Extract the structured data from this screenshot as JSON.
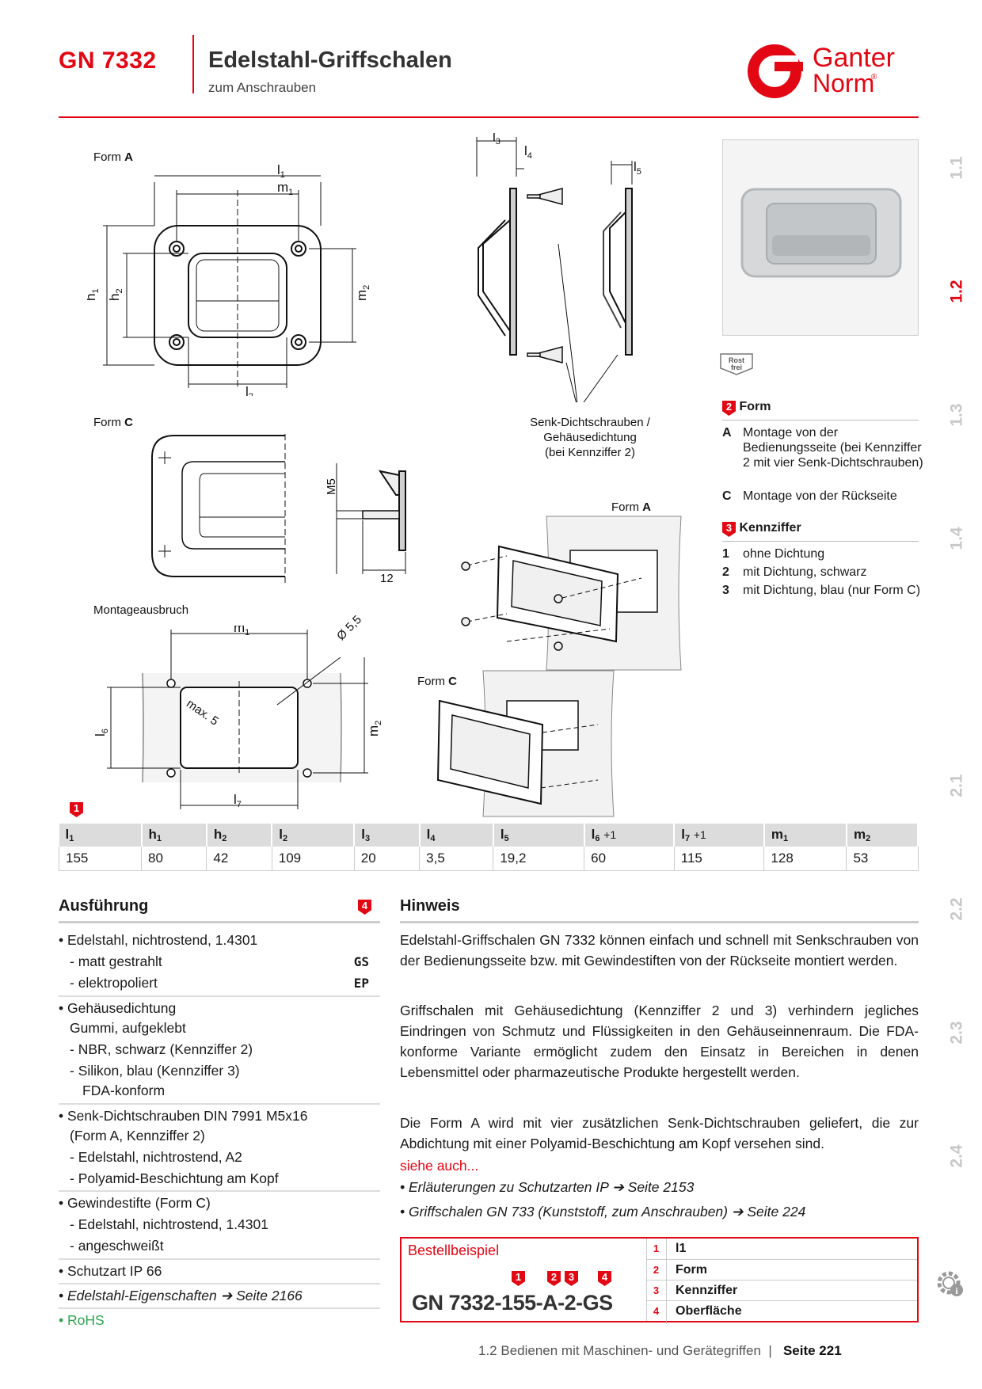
{
  "header": {
    "code": "GN 7332",
    "title": "Edelstahl-Griffschalen",
    "subtitle": "zum Anschrauben",
    "brand_line1": "Ganter",
    "brand_line2": "Norm",
    "brand_mark": "®",
    "accent_color": "#e30613"
  },
  "side_tabs": [
    {
      "label": "1.1",
      "active": false
    },
    {
      "label": "1.2",
      "active": true
    },
    {
      "label": "1.3",
      "active": false
    },
    {
      "label": "1.4",
      "active": false
    },
    {
      "label": "2.1",
      "active": false
    },
    {
      "label": "2.2",
      "active": false
    },
    {
      "label": "2.3",
      "active": false
    },
    {
      "label": "2.4",
      "active": false
    }
  ],
  "drawing": {
    "form_word": "Form",
    "form_a": "A",
    "form_c": "C",
    "montageausbruch": "Montageausbruch",
    "callout": [
      "Senk-Dichtschrauben /",
      "Gehäusedichtung",
      "(bei Kennziffer 2)"
    ],
    "m5": "M5",
    "dim_12": "12",
    "diameter": "Ø 5,5",
    "max5": "max. 5",
    "rostfrei_line1": "Rost",
    "rostfrei_line2": "frei"
  },
  "options": {
    "form": {
      "badge": "2",
      "heading": "Form",
      "items": [
        {
          "key": "A",
          "text": "Montage von der Bedienungsseite (bei Kennziffer 2 mit vier Senk-Dichtschrauben)"
        },
        {
          "key": "C",
          "text": "Montage von der Rückseite"
        }
      ]
    },
    "kennziffer": {
      "badge": "3",
      "heading": "Kennziffer",
      "items": [
        {
          "key": "1",
          "text": "ohne Dichtung"
        },
        {
          "key": "2",
          "text": "mit Dichtung, schwarz"
        },
        {
          "key": "3",
          "text": "mit Dichtung, blau (nur Form C)"
        }
      ]
    }
  },
  "table": {
    "badge": "1",
    "headers": [
      {
        "base": "l",
        "sub": "1",
        "extra": ""
      },
      {
        "base": "h",
        "sub": "1",
        "extra": ""
      },
      {
        "base": "h",
        "sub": "2",
        "extra": ""
      },
      {
        "base": "l",
        "sub": "2",
        "extra": ""
      },
      {
        "base": "l",
        "sub": "3",
        "extra": ""
      },
      {
        "base": "l",
        "sub": "4",
        "extra": ""
      },
      {
        "base": "l",
        "sub": "5",
        "extra": ""
      },
      {
        "base": "l",
        "sub": "6",
        "extra": "+1"
      },
      {
        "base": "l",
        "sub": "7",
        "extra": "+1"
      },
      {
        "base": "m",
        "sub": "1",
        "extra": ""
      },
      {
        "base": "m",
        "sub": "2",
        "extra": ""
      }
    ],
    "row": [
      "155",
      "80",
      "42",
      "109",
      "20",
      "3,5",
      "19,2",
      "60",
      "115",
      "128",
      "53"
    ]
  },
  "ausfuehrung": {
    "heading": "Ausführung",
    "badge": "4",
    "lines": [
      {
        "text": "• Edelstahl, nichtrostend, 1.4301",
        "code": ""
      },
      {
        "text": "- matt gestrahlt",
        "code": "GS"
      },
      {
        "text": "- elektropoliert",
        "code": "EP"
      },
      {
        "text": "• Gehäusedichtung",
        "code": ""
      },
      {
        "text": "Gummi, aufgeklebt",
        "code": ""
      },
      {
        "text": "- NBR, schwarz (Kennziffer 2)",
        "code": ""
      },
      {
        "text": "- Silikon, blau (Kennziffer 3)",
        "code": ""
      },
      {
        "text": "FDA-konform",
        "code": ""
      },
      {
        "text": "• Senk-Dichtschrauben DIN 7991 M5x16",
        "code": ""
      },
      {
        "text": "(Form A, Kennziffer 2)",
        "code": ""
      },
      {
        "text": "- Edelstahl, nichtrostend, A2",
        "code": ""
      },
      {
        "text": "- Polyamid-Beschichtung am Kopf",
        "code": ""
      },
      {
        "text": "• Gewindestifte (Form C)",
        "code": ""
      },
      {
        "text": "- Edelstahl, nichtrostend, 1.4301",
        "code": ""
      },
      {
        "text": "- angeschweißt",
        "code": ""
      },
      {
        "text": "• Schutzart IP 66",
        "code": ""
      },
      {
        "text": "• Edelstahl-Eigenschaften ➔ Seite 2166",
        "code": ""
      },
      {
        "text": "• RoHS",
        "code": ""
      }
    ],
    "rohs_color": "#2ea44f"
  },
  "hinweis": {
    "heading": "Hinweis",
    "paragraphs": [
      "Edelstahl-Griffschalen GN 7332 können einfach und schnell mit Senkschrauben von der Bedienungsseite bzw. mit Gewindestiften von der Rückseite montiert werden.",
      "Griffschalen mit Gehäusedichtung (Kennziffer 2 und 3) verhindern jegliches Eindringen von Schmutz und Flüssigkeiten in den Gehäuseinnenraum. Die FDA-konforme Variante ermöglicht zudem den Einsatz in Bereichen in denen Lebensmittel oder pharmazeutische Produkte hergestellt werden.",
      "Die Form A wird mit vier zusätzlichen Senk-Dichtschrauben geliefert, die zur Abdichtung mit einer Polyamid-Beschichtung am Kopf versehen sind."
    ],
    "see_also": "siehe auch...",
    "refs": [
      "• Erläuterungen zu Schutzarten IP ➔ Seite 2153",
      "• Griffschalen GN 733 (Kunststoff, zum Anschrauben) ➔ Seite 224"
    ]
  },
  "order": {
    "label": "Bestellbeispiel",
    "code": "GN 7332-155-A-2-GS",
    "badges": [
      "1",
      "2",
      "3",
      "4"
    ],
    "rows": [
      {
        "n": "1",
        "text": "l1"
      },
      {
        "n": "2",
        "text": "Form"
      },
      {
        "n": "3",
        "text": "Kennziffer"
      },
      {
        "n": "4",
        "text": "Oberfläche"
      }
    ]
  },
  "footer": {
    "section": "1.2 Bedienen mit Maschinen- und Gerätegriffen",
    "separator": "|",
    "page": "Seite 221"
  }
}
